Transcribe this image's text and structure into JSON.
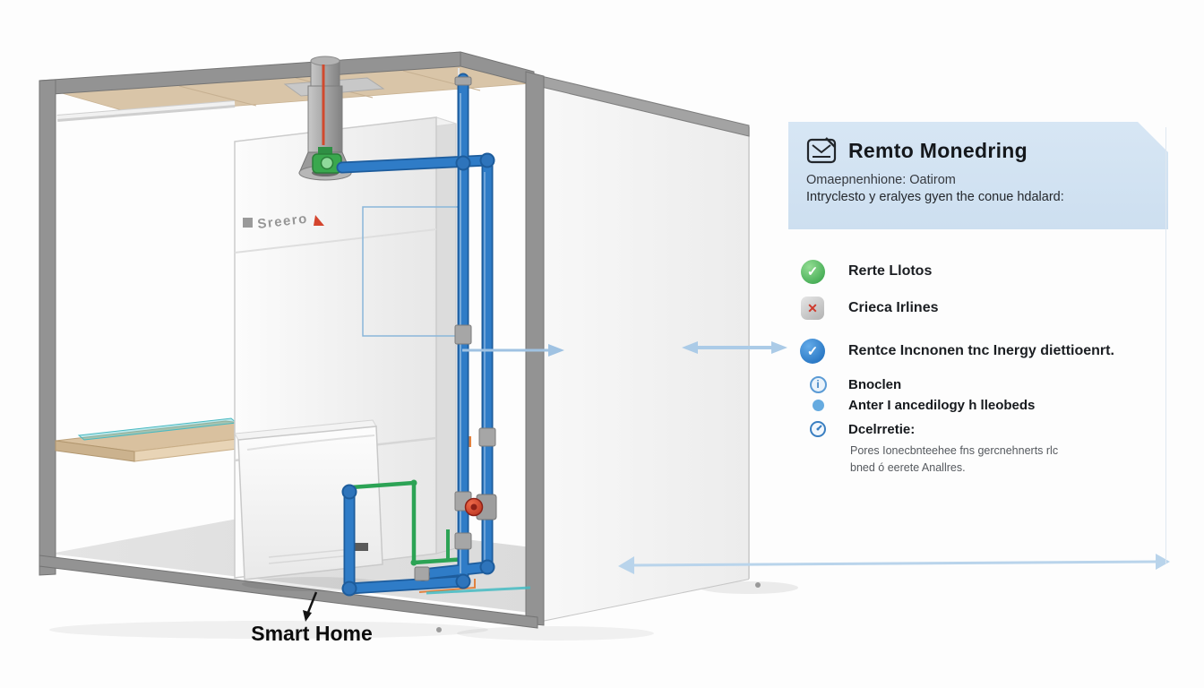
{
  "diagram": {
    "bottom_label": "Smart Home",
    "tank_logo": "Sreero"
  },
  "glyphs": {
    "check": "✓",
    "cross": "✕",
    "info": "i"
  },
  "panel": {
    "title": "Remto Monedring",
    "subtitle1": "Omaepnenhione: Oatirom",
    "subtitle2": "Intryclesto y eralyes gyen the conue hdalard:",
    "items": [
      {
        "icon": "green-check-icon",
        "label": "Rerte Llotos"
      },
      {
        "icon": "gray-cross-icon",
        "label": "Crieca Irlines"
      },
      {
        "icon": "blue-check-icon",
        "label": "Rentce Incnonen tnc Inergy diettioenrt."
      },
      {
        "icon": "info-circle-icon",
        "label": "Bnoclen"
      },
      {
        "icon": "bullet-dot-icon",
        "label": "Anter I ancedilogy h lleobeds"
      },
      {
        "icon": "gauge-icon",
        "label": "Dcelrretie:"
      }
    ],
    "paragraph_line1": "Pores Ionecbnteehee fns gercnehnerts rlc",
    "paragraph_line2": "bned ó eerete Anallres."
  },
  "colors": {
    "panel_header_bg": "#d2e2f1",
    "accent_blue": "#1e7fd2",
    "success_green": "#2f9e43",
    "error_red": "#cf3a2c",
    "pipe_blue": "#2f7cc7",
    "pipe_green": "#2ca355",
    "arrow_blue": "#abcbe7"
  }
}
